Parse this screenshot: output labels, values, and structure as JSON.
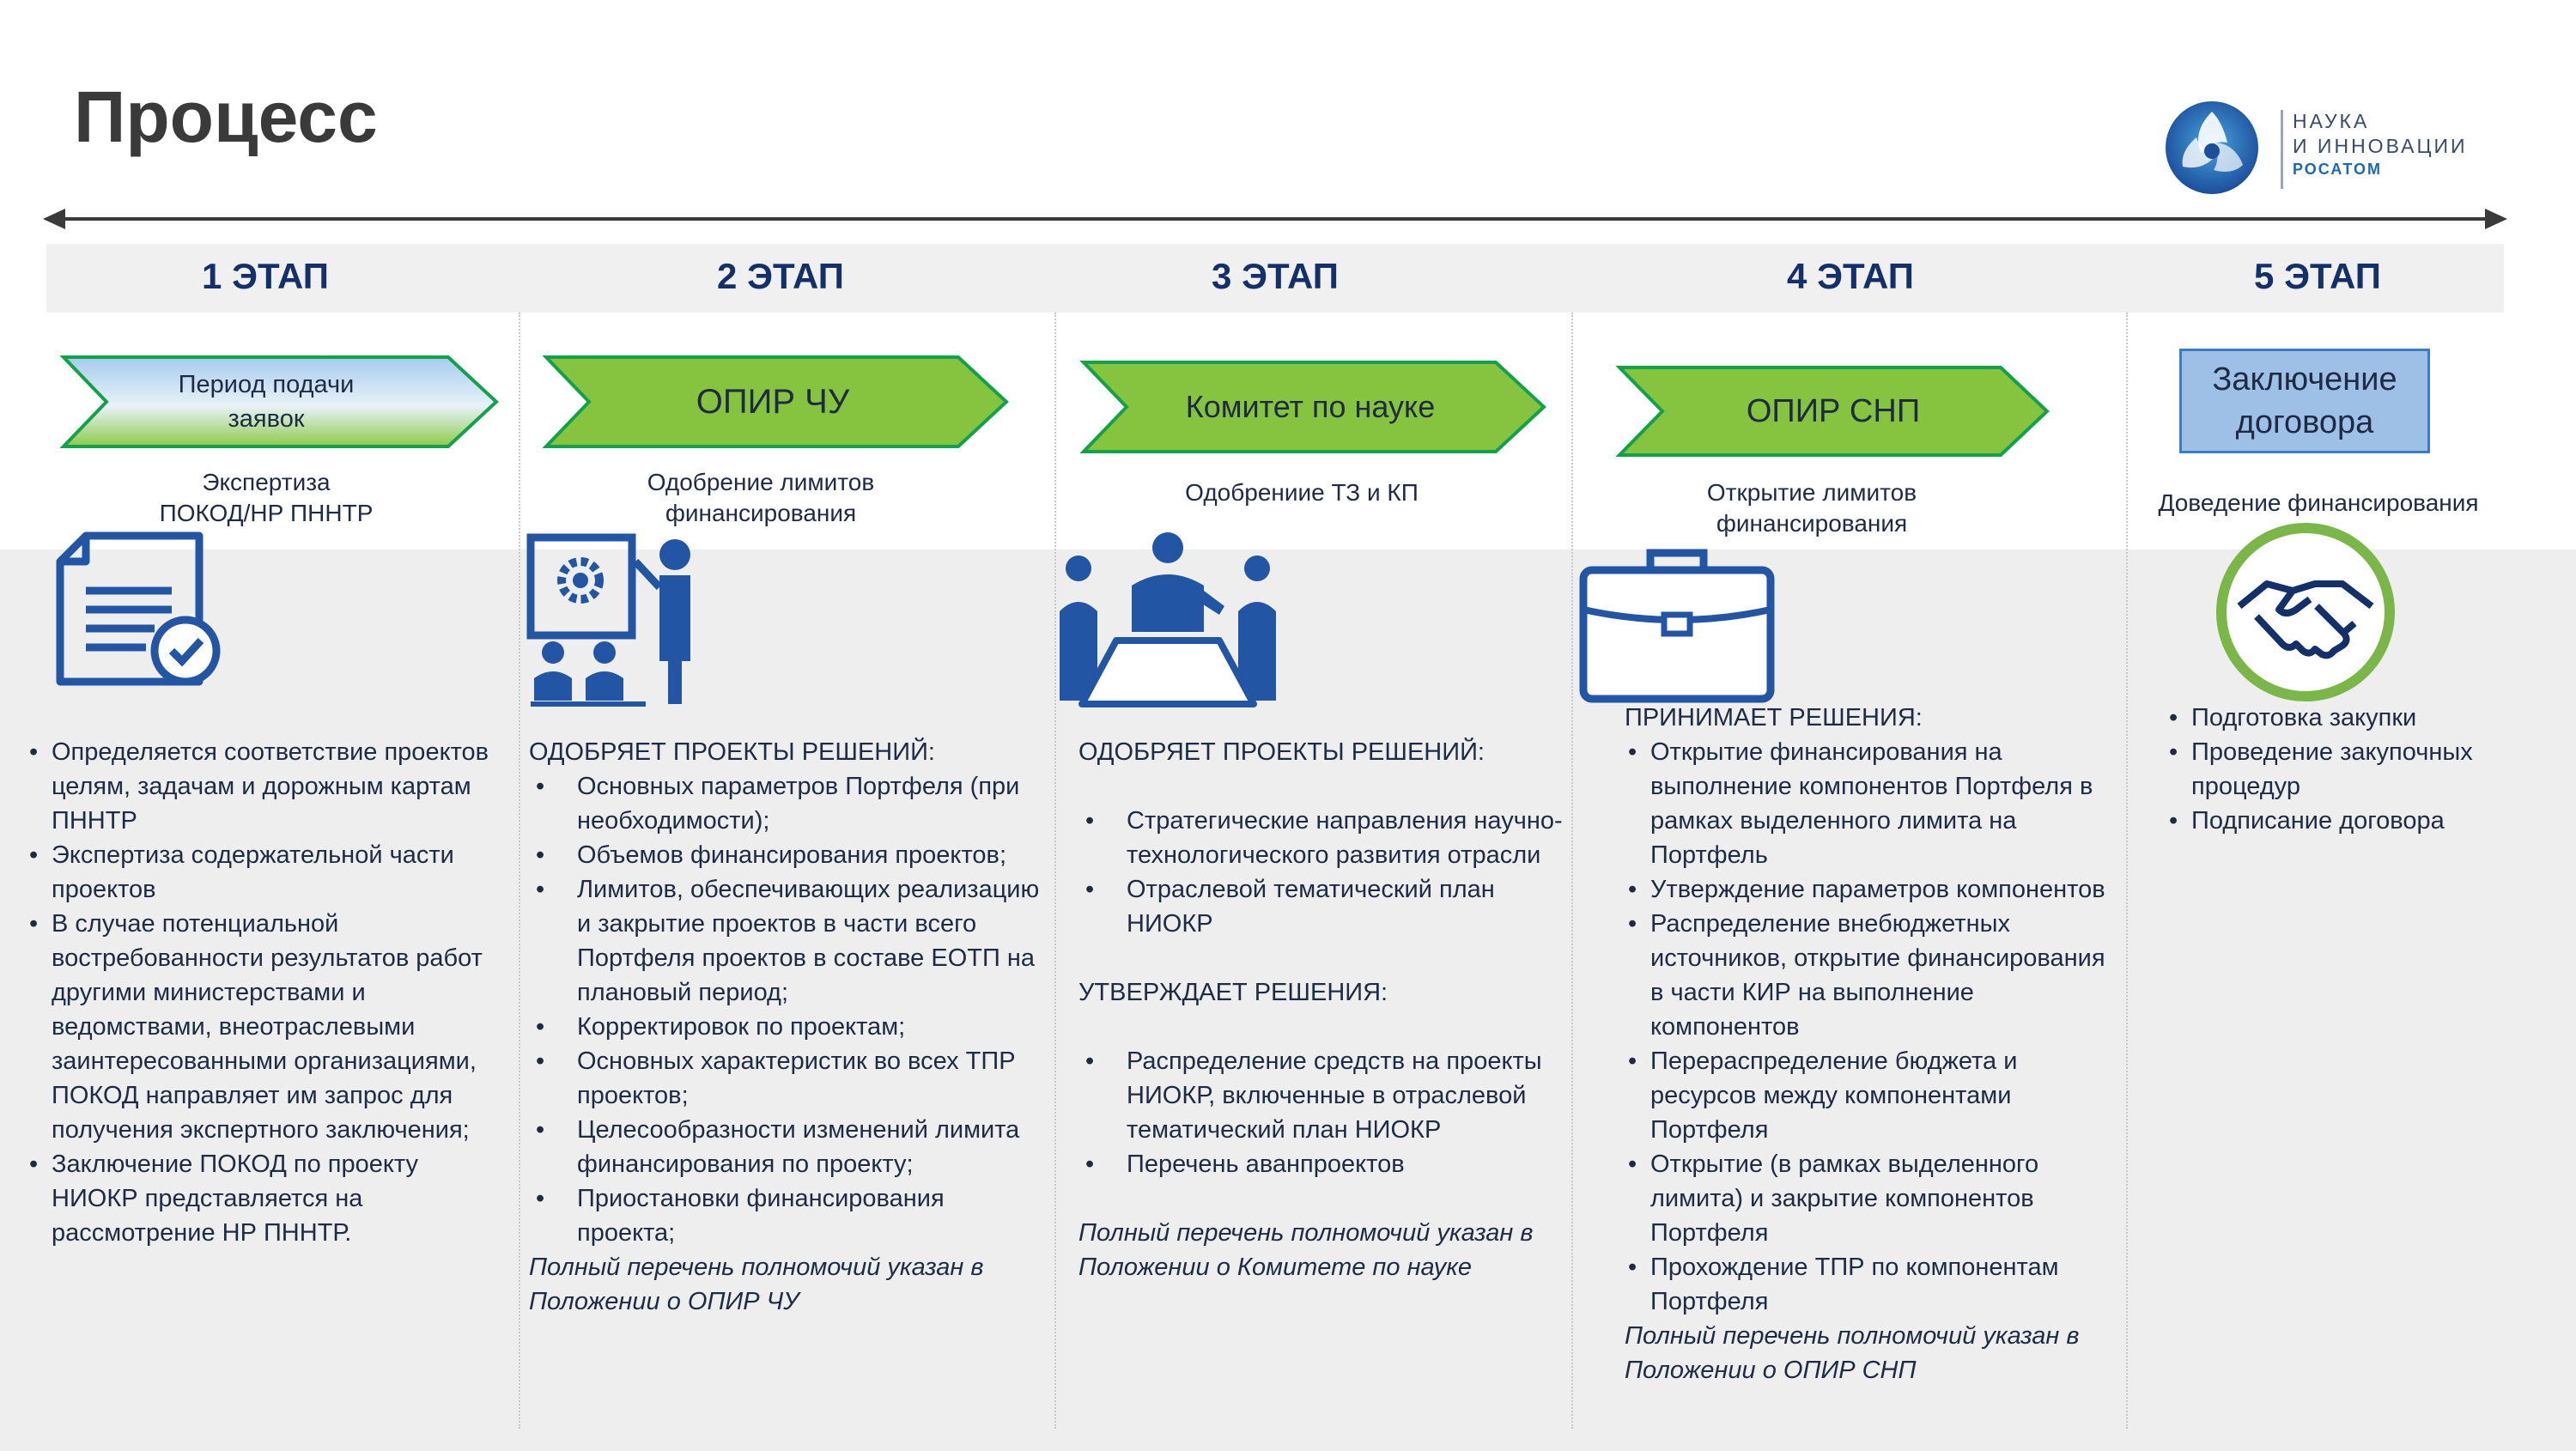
{
  "title": "Процесс",
  "logo": {
    "line1": "НАУКА",
    "line2": "И ИННОВАЦИИ",
    "line3": "РОСАТОМ"
  },
  "stages": [
    {
      "label": "1 ЭТАП",
      "arrow_line1": "Период подачи",
      "arrow_line2": "заявок",
      "caption_line1": "Экспертиза",
      "caption_line2": "ПОКОД/НР ПННТР",
      "bullets": [
        "Определяется соответствие проектов целям, задачам и дорожным картам ПННТР",
        "Экспертиза содержательной части проектов",
        "В случае потенциальной востребованности результатов работ другими министерствами и ведомствами, внеотраслевыми заинтересованными организациями, ПОКОД направляет им запрос для получения экспертного заключения;",
        "Заключение ПОКОД по проекту НИОКР представляется на рассмотрение НР ПННТР."
      ]
    },
    {
      "label": "2 ЭТАП",
      "arrow": "ОПИР ЧУ",
      "caption_line1": "Одобрение лимитов",
      "caption_line2": "финансирования",
      "heading": "ОДОБРЯЕТ ПРОЕКТЫ РЕШЕНИЙ:",
      "bullets": [
        "Основных параметров Портфеля (при необходимости);",
        "Объемов финансирования проектов;",
        "Лимитов, обеспечивающих реализацию и закрытие проектов в части всего Портфеля проектов в составе ЕОТП на плановый период;",
        "Корректировок по проектам;",
        "Основных характеристик во всех ТПР проектов;",
        "Целесообразности изменений лимита финансирования по проекту;",
        "Приостановки финансирования проекта;"
      ],
      "note": "Полный перечень полномочий указан в Положении о ОПИР ЧУ"
    },
    {
      "label": "3 ЭТАП",
      "arrow": "Комитет по науке",
      "caption": "Одобрениие ТЗ и КП",
      "heading1": "ОДОБРЯЕТ ПРОЕКТЫ РЕШЕНИЙ:",
      "bullets1": [
        "Стратегические направления научно-технологического развития отрасли",
        "Отраслевой тематический план НИОКР"
      ],
      "heading2": "УТВЕРЖДАЕТ РЕШЕНИЯ:",
      "bullets2": [
        "Распределение средств на проекты НИОКР, включенные в отраслевой тематический план НИОКР",
        "Перечень аванпроектов"
      ],
      "note": "Полный перечень полномочий указан в Положении о Комитете по науке"
    },
    {
      "label": "4 ЭТАП",
      "arrow": "ОПИР СНП",
      "caption_line1": "Открытие лимитов",
      "caption_line2": "финансирования",
      "heading": "ПРИНИМАЕТ РЕШЕНИЯ:",
      "bullets": [
        "Открытие финансирования на выполнение компонентов Портфеля в рамках выделенного лимита на Портфель",
        "Утверждение параметров компонентов",
        "Распределение внебюджетных источников, открытие финансирования в части КИР на выполнение компонентов",
        "Перераспределение бюджета и ресурсов между компонентами Портфеля",
        "Открытие (в рамках выделенного лимита) и закрытие компонентов Портфеля",
        "Прохождение ТПР по компонентам Портфеля"
      ],
      "note": "Полный перечень полномочий указан в Положении о ОПИР СНП"
    },
    {
      "label": "5 ЭТАП",
      "box_line1": "Заключение",
      "box_line2": "договора",
      "caption": "Доведение финансирования",
      "bullets": [
        "Подготовка закупки",
        "Проведение закупочных процедур",
        "Подписание договора"
      ]
    }
  ],
  "colors": {
    "arrow_green": "#86c440",
    "arrow_border": "#12a24a",
    "navy": "#13306b",
    "icon_blue": "#2255a4",
    "handshake_ring": "#7ab648"
  }
}
